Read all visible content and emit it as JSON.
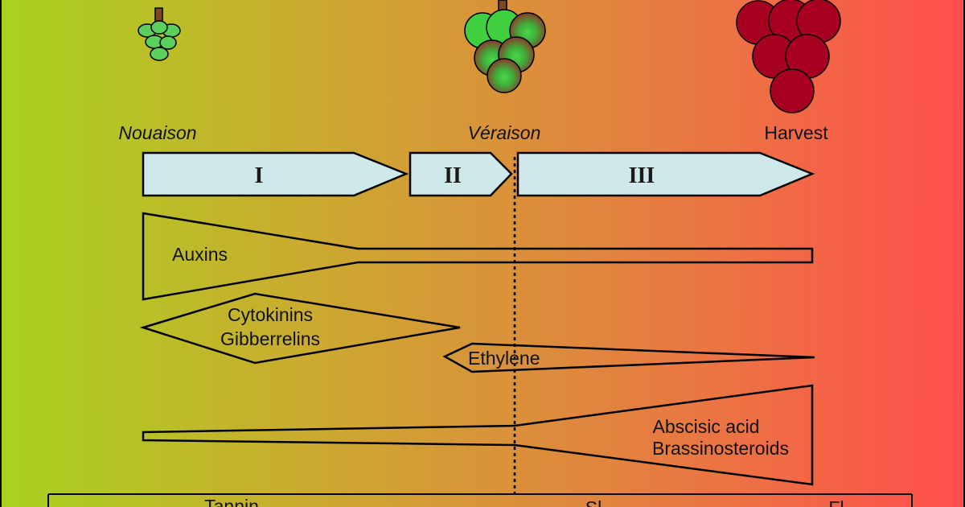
{
  "stages": {
    "nouaison": "Nouaison",
    "veraison": "Véraison",
    "harvest": "Harvest"
  },
  "phases": [
    "I",
    "II",
    "III"
  ],
  "hormones": {
    "auxins": "Auxins",
    "cytokinins": "Cytokinins",
    "gibberellins": "Gibberrelins",
    "ethylene": "Ethylene",
    "abscisic": "Abscisic acid",
    "brassinosteroids": "Brassinosteroids"
  },
  "bottom_labels": [
    "Tannin",
    "Sl",
    "Fl"
  ],
  "colors": {
    "gradient_start": "#a8d21f",
    "gradient_end": "#ff4d4d",
    "phase_fill": "#cfe8ea",
    "green_berry": "#3fcf3f",
    "ripe_berry": "#a80020",
    "veraison_berry": "#8b3a2a"
  }
}
